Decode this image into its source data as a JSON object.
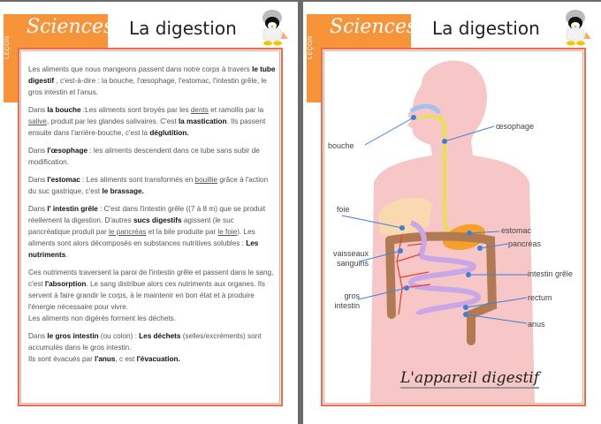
{
  "left_page": {
    "tab_label": "LEÇON",
    "subject": "Sciences",
    "title": "La digestion",
    "mascot_icon": "penguin-scientist-icon",
    "paragraphs": [
      {
        "segments": [
          {
            "t": "Les aliments que nous mangeons passent dans notre corps à travers "
          },
          {
            "t": "le tube digestif",
            "b": true
          },
          {
            "t": " , c'est-à-dire : la bouche, l'œsophage, l'estomac, l'intestin grêle, le gros intestin et l'anus."
          }
        ]
      },
      {
        "segments": [
          {
            "t": "Dans "
          },
          {
            "t": "la bouche",
            "b": true
          },
          {
            "t": " :Les aliments sont broyés par les "
          },
          {
            "t": "dents",
            "u": true
          },
          {
            "t": " et ramollis par la "
          },
          {
            "t": "salive",
            "u": true
          },
          {
            "t": ", produit par les glandes salivaires. C'est "
          },
          {
            "t": "la mastication",
            "b": true
          },
          {
            "t": ". Ils passent ensuite dans l'arrière-bouche, c'est la "
          },
          {
            "t": "déglutition.",
            "b": true
          }
        ]
      },
      {
        "segments": [
          {
            "t": "Dans "
          },
          {
            "t": "l'œsophage",
            "b": true
          },
          {
            "t": " : les aliments descendent dans ce tube sans subir de modification."
          }
        ]
      },
      {
        "segments": [
          {
            "t": "Dans "
          },
          {
            "t": "l'estomac",
            "b": true
          },
          {
            "t": " : Les aliments sont transformés en "
          },
          {
            "t": "bouillie",
            "u": true
          },
          {
            "t": " grâce à l'action du suc gastrique, c'est "
          },
          {
            "t": "le brassage.",
            "b": true
          }
        ]
      },
      {
        "segments": [
          {
            "t": "Dans "
          },
          {
            "t": "l' intestin grêle",
            "b": true
          },
          {
            "t": " : C'est dans l'intestin grêle ((7 à 8 m) que se produit réellement la digestion. D'autres "
          },
          {
            "t": "sucs digestifs",
            "b": true
          },
          {
            "t": " agissent (le suc pancréatique produit par "
          },
          {
            "t": "le pancréas",
            "u": true
          },
          {
            "t": " et la bile produite par "
          },
          {
            "t": "le foie",
            "u": true
          },
          {
            "t": "). Les aliments sont alors décomposés en substances nutritives solubles : "
          },
          {
            "t": "Les nutriments",
            "b": true
          },
          {
            "t": "."
          }
        ]
      },
      {
        "segments": [
          {
            "t": "Ces nutriments  traversent la paroi de l'intestin grêle et passent dans le sang, c'est "
          },
          {
            "t": "l'absorption",
            "b": true
          },
          {
            "t": ". Le sang distribue alors ces nutriments aux organes. Ils servent à faire grandir le corps, à le maintenir en bon état et à produire l'énergie nécessaire pour vivre."
          },
          {
            "br": true
          },
          {
            "t": "Les aliments non digérés forment les déchets."
          }
        ]
      },
      {
        "segments": [
          {
            "t": "Dans "
          },
          {
            "t": "le gros intestin",
            "b": true
          },
          {
            "t": " (ou colon) : "
          },
          {
            "t": "Les déchets",
            "b": true
          },
          {
            "t": " (selles/excréments) sont accumulés dans le gros intestin."
          },
          {
            "br": true
          },
          {
            "t": "Ils sont évacués par "
          },
          {
            "t": "l'anus",
            "b": true
          },
          {
            "t": ", c est "
          },
          {
            "t": "l'évacuation.",
            "b": true
          }
        ]
      }
    ]
  },
  "right_page": {
    "tab_label": "LEÇON",
    "subject": "Sciences",
    "title": "La digestion",
    "mascot_icon": "penguin-scientist-icon",
    "diagram_labels": {
      "bouche": "bouche",
      "oesophage": "œsophage",
      "foie": "foie",
      "estomac": "estomac",
      "pancreas": "pancréas",
      "vaisseaux_1": "vaisseaux",
      "vaisseaux_2": "sanguins",
      "intestin_grele": "intestin grêle",
      "gros_1": "gros",
      "gros_2": "intestin",
      "rectum": "rectum",
      "anus": "anus"
    },
    "caption": "L'appareil digestif"
  },
  "colors": {
    "tab_orange": "#f7943a",
    "frame_border": "#ee6a4b",
    "body_pink": "#f7c6c6",
    "esophagus_yellow": "#e6e34a",
    "stomach_orange": "#f5a02a",
    "liver_peach": "#fbd9b0",
    "small_intestine_purple": "#c9a6e6",
    "large_intestine_brown": "#b27a52",
    "vessels_red": "#e8412b",
    "pointer_blue": "#3f7fd9"
  }
}
